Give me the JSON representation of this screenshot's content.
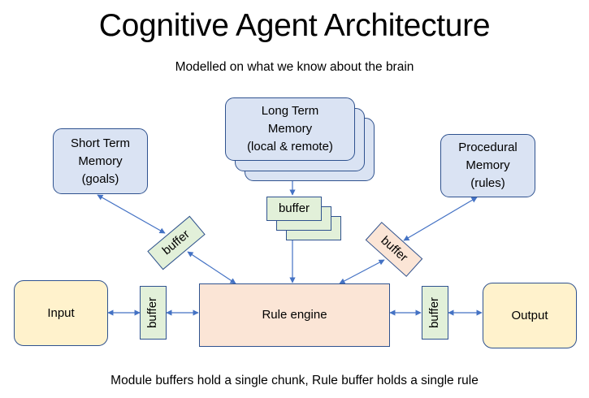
{
  "title": "Cognitive Agent Architecture",
  "subtitle": "Modelled on what we know about the brain",
  "footer": "Module buffers hold a single chunk, Rule buffer holds a single rule",
  "nodes": {
    "short_term_memory": "Short Term\nMemory\n(goals)",
    "long_term_memory": "Long Term\nMemory\n(local & remote)",
    "procedural_memory": "Procedural\nMemory\n(rules)",
    "input": "Input",
    "output": "Output",
    "rule_engine": "Rule engine"
  },
  "buffers": {
    "short_term": "buffer",
    "long_term": "buffer",
    "procedural": "buffer",
    "input": "buffer",
    "output": "buffer"
  },
  "colors": {
    "memory_fill": "#dae3f3",
    "io_fill": "#fff2cc",
    "engine_fill": "#fbe5d6",
    "buffer_fill": "#e2f0d9",
    "stroke": "#2f528f",
    "arrow": "#4472c4"
  }
}
